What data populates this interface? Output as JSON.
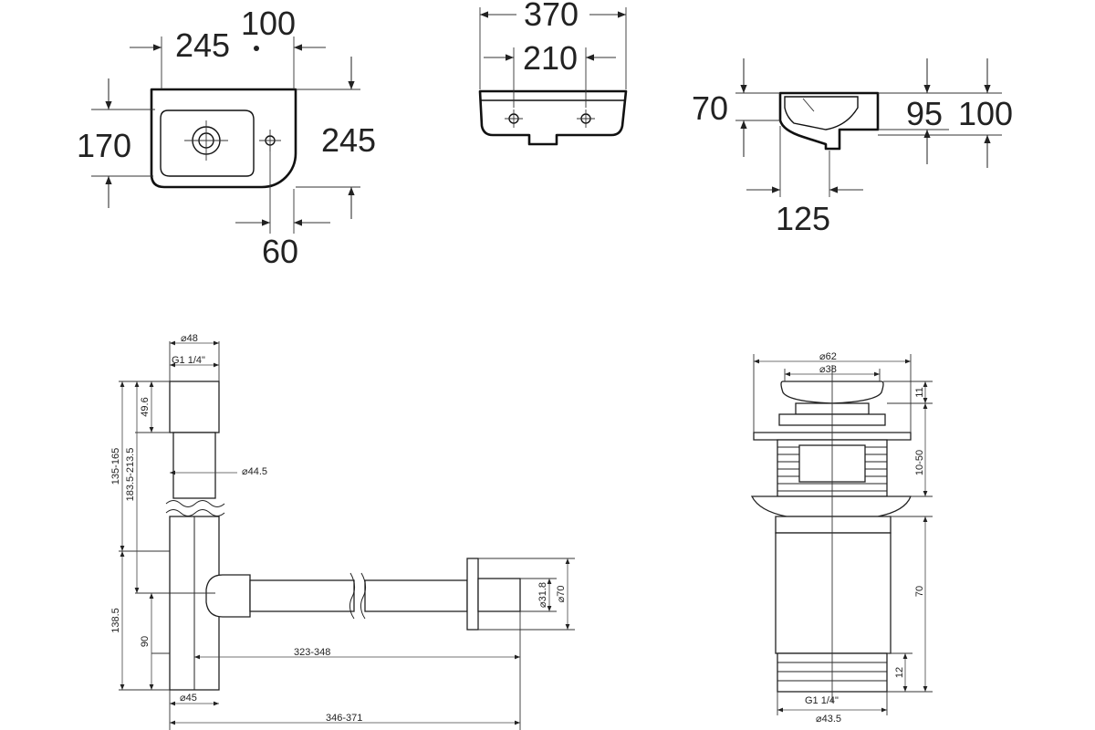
{
  "basin_top_view": {
    "dims": {
      "width": "245",
      "tap_hole_offset": "100",
      "depth": "245",
      "bowl_depth": "170",
      "drain_offset": "60"
    }
  },
  "basin_front_view": {
    "dims": {
      "overall_width": "370",
      "mounting_holes": "210"
    }
  },
  "basin_side_view": {
    "dims": {
      "rim_height": "70",
      "inner_height": "95",
      "overall_height": "100",
      "drain_depth": "125"
    }
  },
  "siphon": {
    "dims": {
      "inlet_diameter": "⌀48",
      "inlet_thread": "G1 1/4\"",
      "cap_height": "49.6",
      "adjust_range_1": "135-165",
      "adjust_range_2": "183.5-213.5",
      "tube_diameter": "⌀44.5",
      "outlet_height": "138.5",
      "trap_height": "90",
      "outlet_length": "323-348",
      "body_diameter": "⌀45",
      "overall_length": "346-371",
      "outlet_diameter": "⌀31.8",
      "flange_diameter": "⌀70"
    }
  },
  "drain_valve": {
    "dims": {
      "cap_diameter": "⌀62",
      "inner_diameter": "⌀38",
      "cap_height": "11",
      "thread_range": "10-50",
      "body_length": "70",
      "bottom_thread_length": "12",
      "bottom_thread": "G1 1/4\"",
      "bottom_diameter": "⌀43.5"
    }
  }
}
